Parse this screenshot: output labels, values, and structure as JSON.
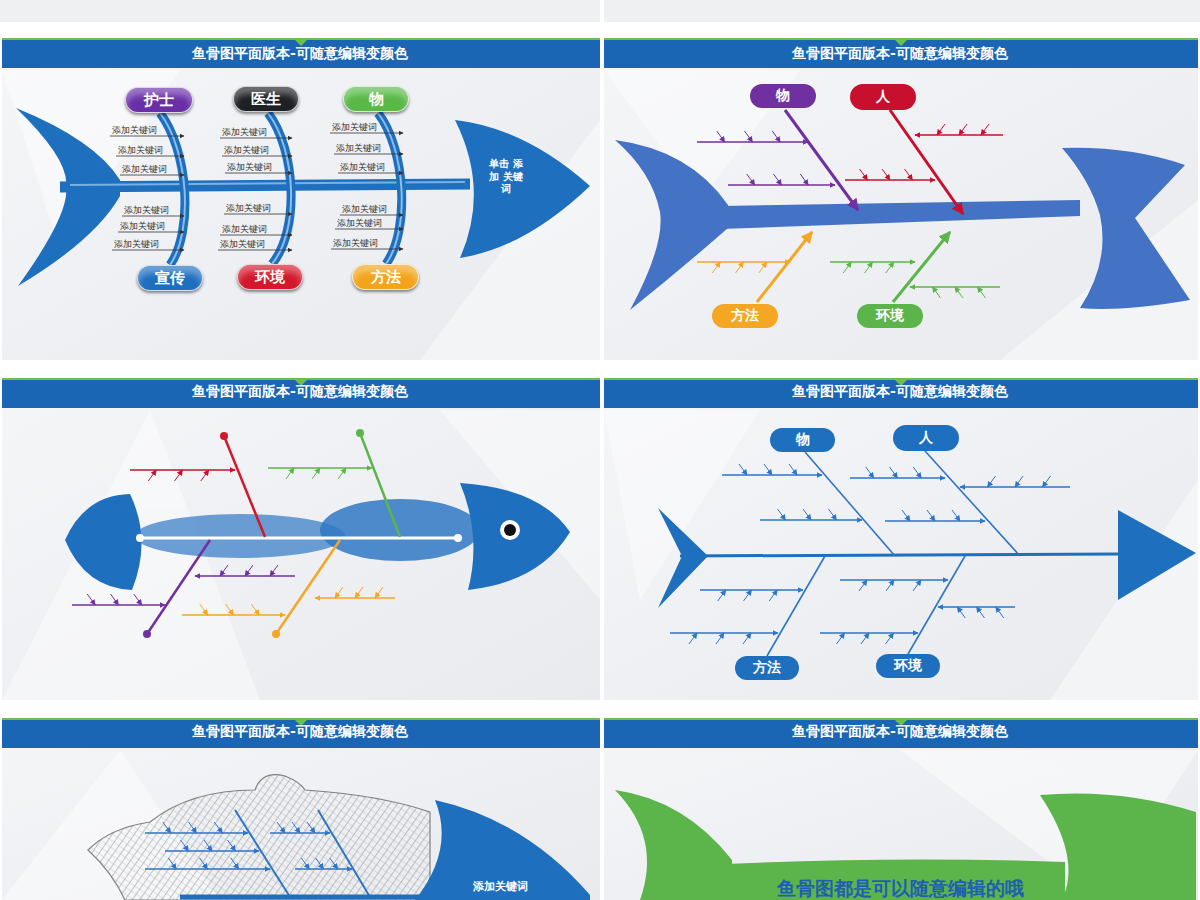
{
  "diagram": {
    "title": "鱼骨图平面版本-可随意编辑变颜色",
    "nodes": [
      {
        "text": [
          "护士"
        ]
      },
      {
        "text": [
          "医生"
        ]
      },
      {
        "text": [
          "物"
        ]
      },
      {
        "text": [
          "单击 添加 关键词"
        ]
      },
      {
        "text": [
          "宣传"
        ]
      },
      {
        "text": [
          "环境"
        ]
      },
      {
        "text": [
          "方法"
        ]
      },
      {
        "text": [
          "物"
        ]
      },
      {
        "text": [
          "人"
        ]
      },
      {
        "text": [
          "方法"
        ]
      },
      {
        "text": [
          "环境"
        ]
      },
      {
        "text": [
          "物"
        ]
      },
      {
        "text": [
          "人"
        ]
      },
      {
        "text": [
          "方法"
        ]
      },
      {
        "text": [
          "环境"
        ]
      },
      {
        "text": [
          "添加关键词"
        ]
      }
    ],
    "labels": [
      "鱼骨图平面版本-可随意编辑变颜色",
      "鱼骨图平面版本-可随意编辑变颜色",
      "鱼骨图平面版本-可随意编辑变颜色",
      "鱼骨图平面版本-可随意编辑变颜色",
      "鱼骨图平面版本-可随意编辑变颜色",
      "添加关键词",
      "添加关键词",
      "添加关键词",
      "添加关键词",
      "添加关键词",
      "添加关键词",
      "添加关键词",
      "添加关键词",
      "添加关键词",
      "添加关键词",
      "添加关键词",
      "添加关键词",
      "添加关键词",
      "添加关键词",
      "添加关键词",
      "添加关键词",
      "添加关键词",
      "添加关键词",
      "鱼骨图都是可以随意编辑的哦"
    ]
  }
}
